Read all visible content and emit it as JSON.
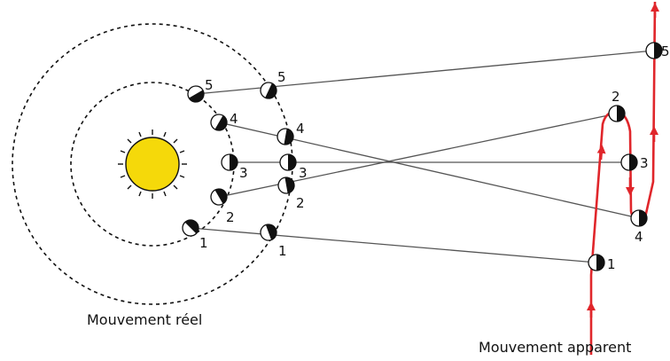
{
  "captions": {
    "real": "Mouvement réel",
    "apparent": "Mouvement apparent"
  },
  "labels": {
    "inner": [
      "1",
      "2",
      "3",
      "4",
      "5"
    ],
    "outer": [
      "1",
      "2",
      "3",
      "4",
      "5"
    ],
    "apparent": [
      "1",
      "2",
      "3",
      "4",
      "5"
    ]
  },
  "colors": {
    "sun": "#f5d90a",
    "arrow": "#e0262b",
    "sight_line": "#555555",
    "orbit": "#111111"
  }
}
